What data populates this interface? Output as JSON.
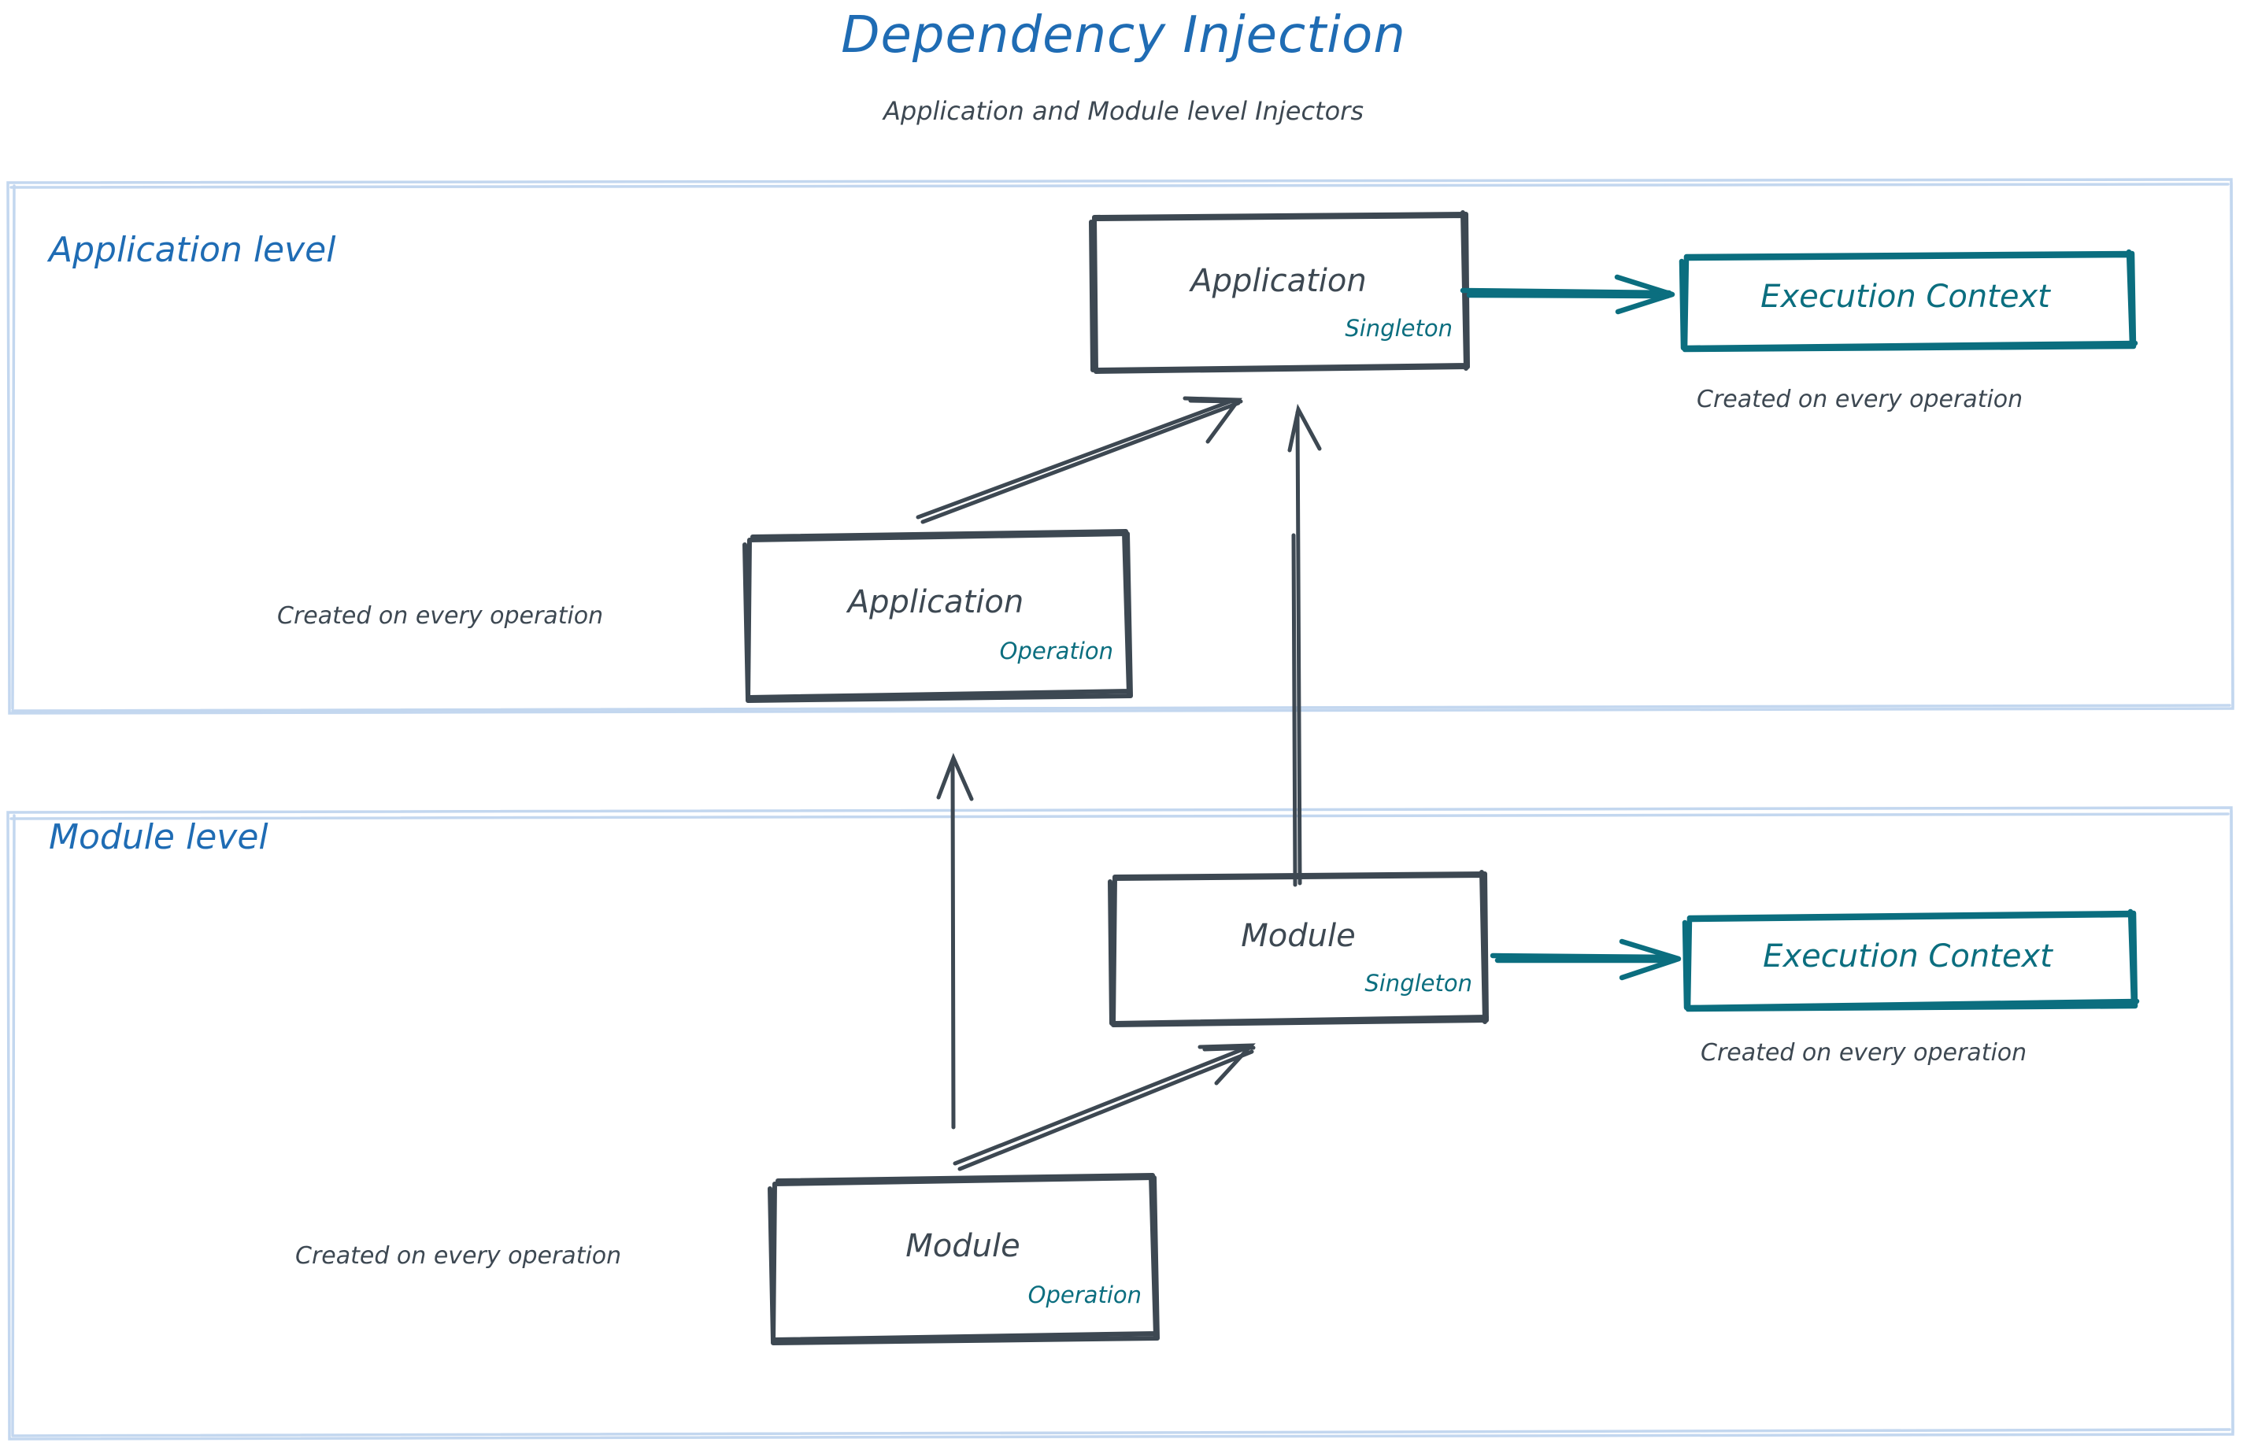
{
  "header": {
    "title": "Dependency Injection",
    "subtitle": "Application and Module level Injectors"
  },
  "colors": {
    "title_blue": "#1f6cb4",
    "level_label_blue": "#1f6cb4",
    "container_border": "#c3d7ef",
    "box_stroke": "#3d4852",
    "text_dark": "#3d4852",
    "accent_teal": "#0b6e7f",
    "background": "#ffffff"
  },
  "sections": [
    {
      "id": "application-level",
      "label": "Application level"
    },
    {
      "id": "module-level",
      "label": "Module level"
    }
  ],
  "nodes": {
    "app_singleton": {
      "title": "Application",
      "scope": "Singleton"
    },
    "app_operation": {
      "title": "Application",
      "scope": "Operation"
    },
    "module_singleton": {
      "title": "Module",
      "scope": "Singleton"
    },
    "module_operation": {
      "title": "Module",
      "scope": "Operation"
    },
    "execution_context_app": {
      "label": "Execution Context"
    },
    "execution_context_module": {
      "label": "Execution Context"
    }
  },
  "notes": {
    "app_operation": "Created on every operation",
    "module_operation": "Created on every operation",
    "execution_context_app": "Created on every operation",
    "execution_context_module": "Created on every operation"
  },
  "icons": {
    "arrow_app_operation_to_app_singleton": "arrow-up-right-icon",
    "arrow_module_singleton_to_app_singleton": "arrow-up-icon",
    "arrow_module_operation_to_app_operation": "arrow-up-icon",
    "arrow_module_operation_to_module_singleton": "arrow-up-right-icon",
    "arrow_app_singleton_to_execution_context": "arrow-right-icon",
    "arrow_module_singleton_to_execution_context": "arrow-right-icon"
  }
}
